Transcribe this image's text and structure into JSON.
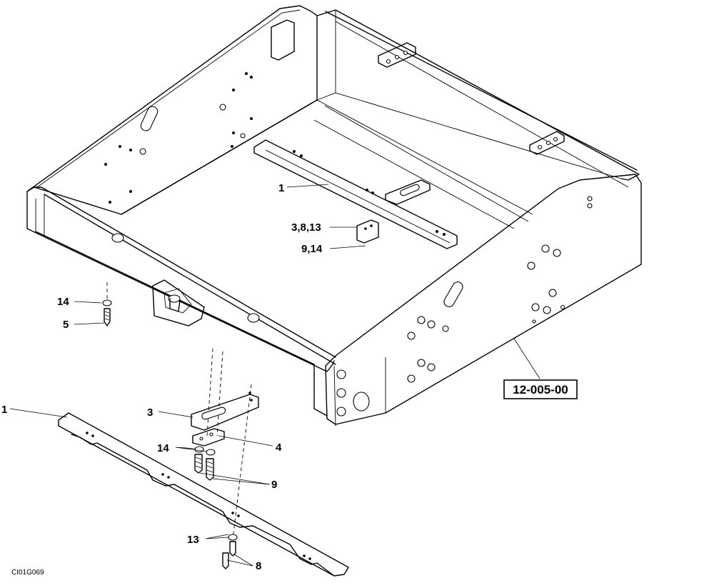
{
  "callouts": {
    "part_1_upper": "1",
    "part_3_8_13": "3,8,13",
    "part_9_14_upper": "9,14",
    "part_14_left": "14",
    "part_5": "5",
    "part_1_lower": "1",
    "part_3": "3",
    "part_14_lower": "14",
    "part_4": "4",
    "part_9": "9",
    "part_13": "13",
    "part_8": "8"
  },
  "reference_box": "12-005-00",
  "drawing_code": "CI01G069"
}
